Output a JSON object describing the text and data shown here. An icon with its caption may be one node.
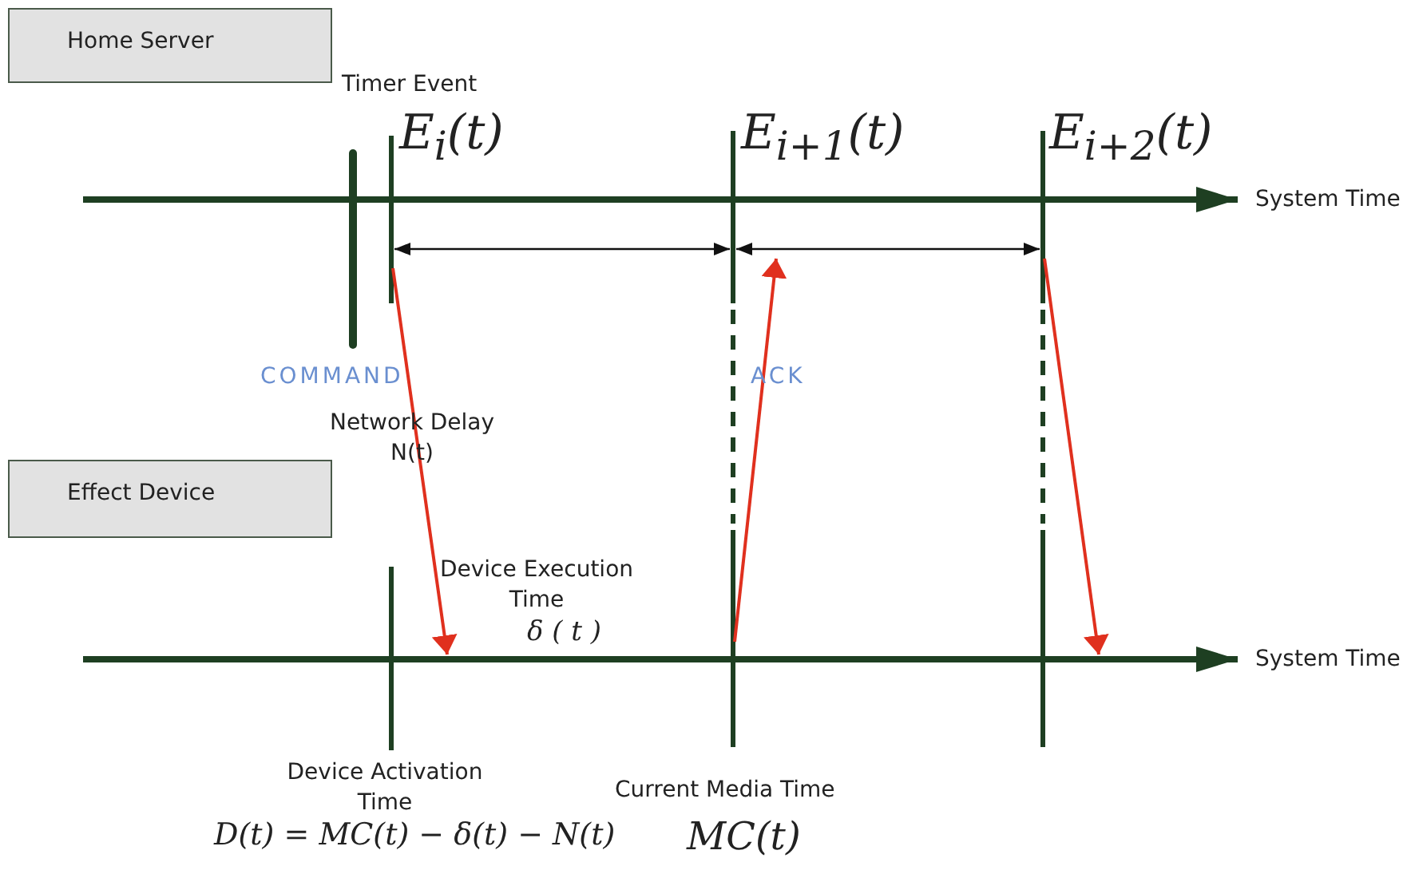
{
  "diagram": {
    "nodes": [
      {
        "text": [
          "Home Server"
        ]
      },
      {
        "text": [
          "Effect Device"
        ]
      },
      {
        "text": [],
        "shape": "bar",
        "beside": [
          "E$_{i}$(t)"
        ]
      },
      {
        "text": [],
        "shape": "bar",
        "beside": [
          "Device Activation Time"
        ]
      },
      {
        "text": [],
        "shape": "bar",
        "beside": [
          "E$_{i+1}$(t)"
        ]
      },
      {
        "text": [],
        "shape": "bar",
        "beside": [
          "E$_{i+2}$(t)"
        ]
      }
    ],
    "edges": [
      {
        "from": 2,
        "to": null,
        "arrow": "to",
        "color": "#e0301e"
      },
      {
        "from": 4,
        "to": null,
        "arrow": "to",
        "color": "#e0301e"
      },
      {
        "from": 5,
        "to": null,
        "arrow": "to",
        "color": "#e0301e"
      },
      {
        "from": 2,
        "to": 4,
        "arrow": "both",
        "color": "#111111"
      },
      {
        "from": 4,
        "to": 5,
        "arrow": "both",
        "color": "#111111"
      }
    ],
    "labels": [
      "Timer Event",
      "System Time",
      "COMMAND",
      "ACK",
      "Network Delay N(t)",
      "Device Execution Time",
      "δ ( t )",
      "System Time",
      "Current Media Time",
      "D(t) = MC(t) − δ(t) − N(t)",
      "MC(t)"
    ]
  }
}
